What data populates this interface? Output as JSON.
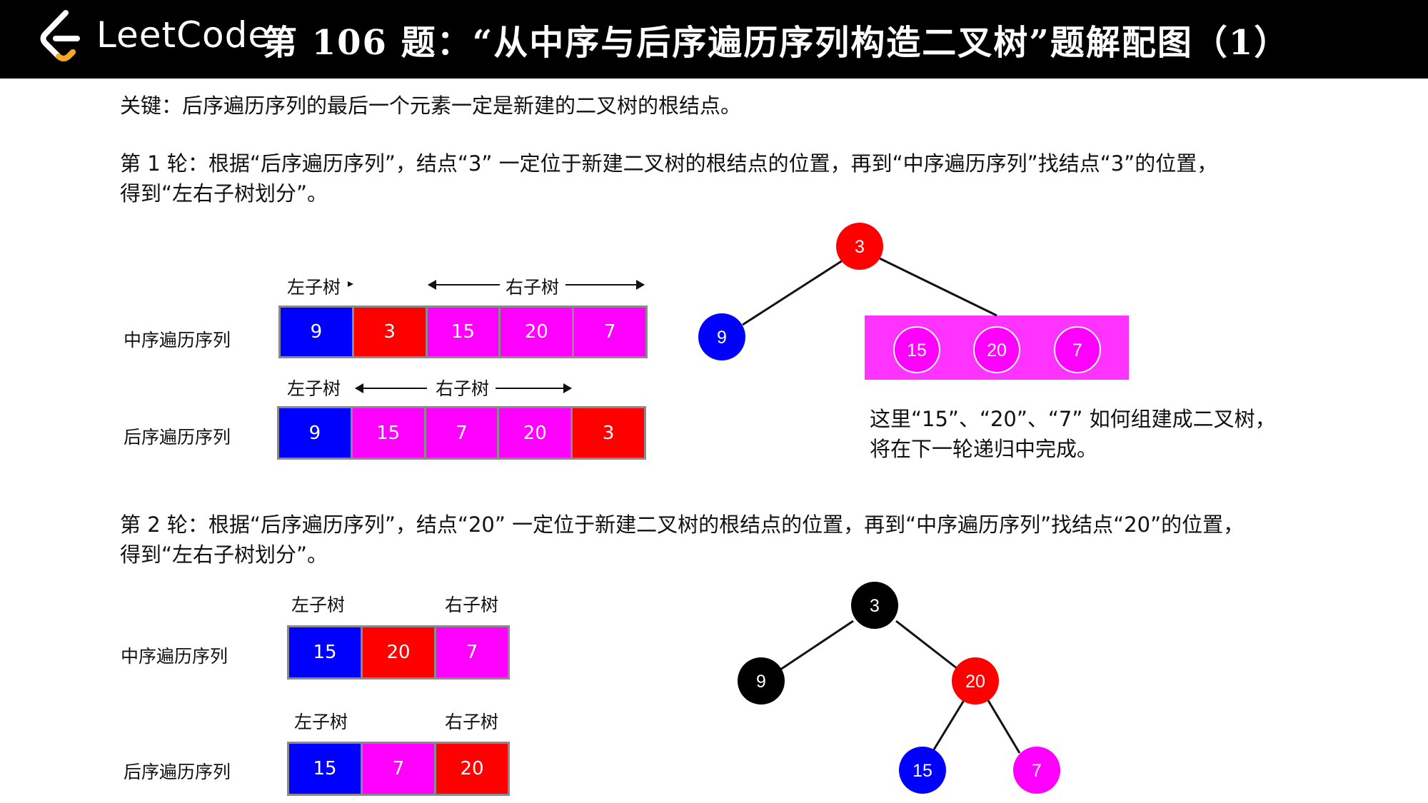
{
  "header": {
    "brand": "LeetCode",
    "title": "第 106 题：“从中序与后序遍历序列构造二叉树”题解配图（1）"
  },
  "key_note": "关键：后序遍历序列的最后一个元素一定是新建的二叉树的根结点。",
  "round1": {
    "desc_line1": "第 1 轮：根据“后序遍历序列”，结点“3” 一定位于新建二叉树的根结点的位置，再到“中序遍历序列”找结点“3”的位置，",
    "desc_line2": "得到“左右子树划分”。",
    "inorder": {
      "label": "中序遍历序列",
      "left_label": "左子树",
      "right_label": "右子树",
      "cells": [
        {
          "value": "9",
          "color": "#0000ff"
        },
        {
          "value": "3",
          "color": "#ff0000"
        },
        {
          "value": "15",
          "color": "#ff00ff"
        },
        {
          "value": "20",
          "color": "#ff00ff"
        },
        {
          "value": "7",
          "color": "#ff00ff"
        }
      ]
    },
    "postorder": {
      "label": "后序遍历序列",
      "left_label": "左子树",
      "right_label": "右子树",
      "cells": [
        {
          "value": "9",
          "color": "#0000ff"
        },
        {
          "value": "15",
          "color": "#ff00ff"
        },
        {
          "value": "7",
          "color": "#ff00ff"
        },
        {
          "value": "20",
          "color": "#ff00ff"
        },
        {
          "value": "3",
          "color": "#ff0000"
        }
      ]
    },
    "tree": {
      "root": {
        "value": "3",
        "color": "#ff0000"
      },
      "left": {
        "value": "9",
        "color": "#0000ff"
      },
      "pending": [
        {
          "value": "15",
          "color": "#ff00ff"
        },
        {
          "value": "20",
          "color": "#ff00ff"
        },
        {
          "value": "7",
          "color": "#ff00ff"
        }
      ],
      "pending_box_color": "#ff33ff"
    },
    "note_line1": "这里“15”、“20”、“7” 如何组建成二叉树，",
    "note_line2": "将在下一轮递归中完成。"
  },
  "round2": {
    "desc_line1": "第 2 轮：根据“后序遍历序列”，结点“20” 一定位于新建二叉树的根结点的位置，再到“中序遍历序列”找结点“20”的位置，",
    "desc_line2": "得到“左右子树划分”。",
    "inorder": {
      "label": "中序遍历序列",
      "left_label": "左子树",
      "right_label": "右子树",
      "cells": [
        {
          "value": "15",
          "color": "#0000ff"
        },
        {
          "value": "20",
          "color": "#ff0000"
        },
        {
          "value": "7",
          "color": "#ff00ff"
        }
      ]
    },
    "postorder": {
      "label": "后序遍历序列",
      "left_label": "左子树",
      "right_label": "右子树",
      "cells": [
        {
          "value": "15",
          "color": "#0000ff"
        },
        {
          "value": "7",
          "color": "#ff00ff"
        },
        {
          "value": "20",
          "color": "#ff0000"
        }
      ]
    },
    "tree": {
      "root": {
        "value": "3",
        "color": "#000000"
      },
      "left": {
        "value": "9",
        "color": "#000000"
      },
      "right": {
        "value": "20",
        "color": "#ff0000"
      },
      "right_left": {
        "value": "15",
        "color": "#0000ff"
      },
      "right_right": {
        "value": "7",
        "color": "#ff00ff"
      }
    }
  }
}
